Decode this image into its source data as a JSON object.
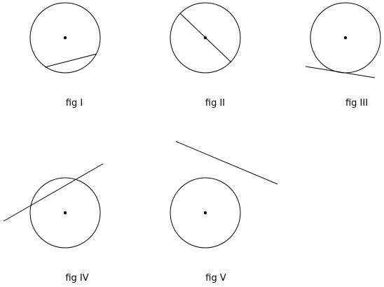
{
  "figures": [
    {
      "id": "fig-1",
      "label": "fig I",
      "line_kind": "chord"
    },
    {
      "id": "fig-2",
      "label": "fig II",
      "line_kind": "diameter"
    },
    {
      "id": "fig-3",
      "label": "fig III",
      "line_kind": "tangent"
    },
    {
      "id": "fig-4",
      "label": "fig IV",
      "line_kind": "secant"
    },
    {
      "id": "fig-5",
      "label": "fig V",
      "line_kind": "non-intersecting line"
    }
  ],
  "colors": {
    "stroke": "#000000",
    "background": "#ffffff"
  }
}
